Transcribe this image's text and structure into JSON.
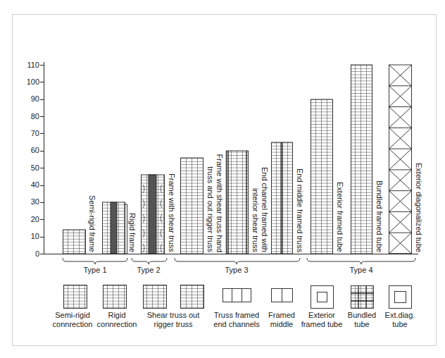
{
  "diagram": {
    "labels": [
      "110",
      "100",
      "90",
      "80",
      "70",
      "60",
      "50",
      "40",
      "30",
      "20",
      "10",
      "0",
      "Semi-rigid frame",
      "Rigid frame",
      "Frame with shear truss",
      "Frame with shear truss hand truss and out rigger truss",
      "End channel framed with interior shear truss",
      "End middle framed truss",
      "Exterior framed tube",
      "Bundled framed tube",
      "Exterior diagonalized tube",
      "Type 1",
      "Type 2",
      "Type 3",
      "Type 4",
      "Semi-rigid connrection",
      "Rigid connrection",
      "Shear truss out rigger truss",
      "Truss framed end channels",
      "Framed middle",
      "Exterior framed tube",
      "Bundled tube",
      "Ext.diag. tube"
    ]
  }
}
